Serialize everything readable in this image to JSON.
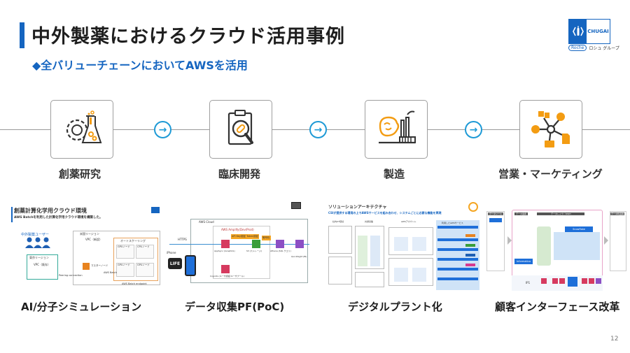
{
  "header": {
    "title": "中外製薬におけるクラウド活用事例",
    "subtitle": "◆全バリューチェーンにおいてAWSを活用"
  },
  "logo": {
    "brand": "CHUGAI",
    "group_badge": "Roche",
    "group_text": "ロシュ グループ"
  },
  "value_chain": {
    "stages": [
      {
        "label": "創薬研究",
        "icon": "gear-flask-icon"
      },
      {
        "label": "臨床開発",
        "icon": "clipboard-magnifier-icon"
      },
      {
        "label": "製造",
        "icon": "brain-factory-icon"
      },
      {
        "label": "営業・マーケティング",
        "icon": "network-hub-icon"
      }
    ],
    "arrow_glyph": "→"
  },
  "cases": [
    {
      "label": "AI/分子シミュレーション",
      "thumbnail": {
        "heading": "創薬計算化学用クラウド環境",
        "caption": "AWS Batchを利用した計算化学用クラウド環境を構築した。",
        "user_group": "中外製薬ユーザー",
        "region_left": "東京リージョン",
        "vpc_left": "VPC（既存）",
        "region_right": "米国リージョン",
        "vpc_right": "VPC（新設）",
        "cluster": "オートスケーリング",
        "node_labels": [
          "GPUノード",
          "CPUノード",
          "GPUノード",
          "GPUノード"
        ],
        "master_node": "マスターノード",
        "batch": "AWS Batch",
        "peering": "Peering connection",
        "endpoint": "AWS Batch endpoint"
      }
    },
    {
      "label": "データ収集PF(PoC)",
      "thumbnail": {
        "cloud": "AWS Cloud",
        "amplify": "AWS Amplify(Dev/Prod)",
        "client": "iPhone",
        "protocol": "HTTPS",
        "device_label": "LIFE",
        "auth_note": "API Key認証 Token認証",
        "transform_note": "暗号化",
        "services": [
          "AppSync (GraphQL)",
          "S3 (ストレージ)",
          "Athena (SQL クエリ)",
          "QuickSight (BI)",
          "Cognito (ユーザ認証/ユーザプール)"
        ]
      }
    },
    {
      "label": "デジタルプラント化",
      "thumbnail": {
        "heading": "ソリューションアーキテクチャ",
        "caption": "CSIが提供する環境の上でAWSサービスを組み合わせ、システムごとに必要な機能を実現",
        "columns": [
          "社内OT環境",
          "共通基盤",
          "AWSアカウント"
        ],
        "services_panel": "利用したAWSサービス"
      }
    },
    {
      "label": "顧客インターフェース改革",
      "thumbnail": {
        "source": "データソース",
        "integration": "データ連携",
        "platform": "データレイク／DWH",
        "usage": "データ利活用",
        "dwh_product": "Snowflake",
        "etl_product": "Informatica",
        "bottom_label": "IP1"
      }
    }
  ],
  "footer": {
    "page_number": "12"
  }
}
